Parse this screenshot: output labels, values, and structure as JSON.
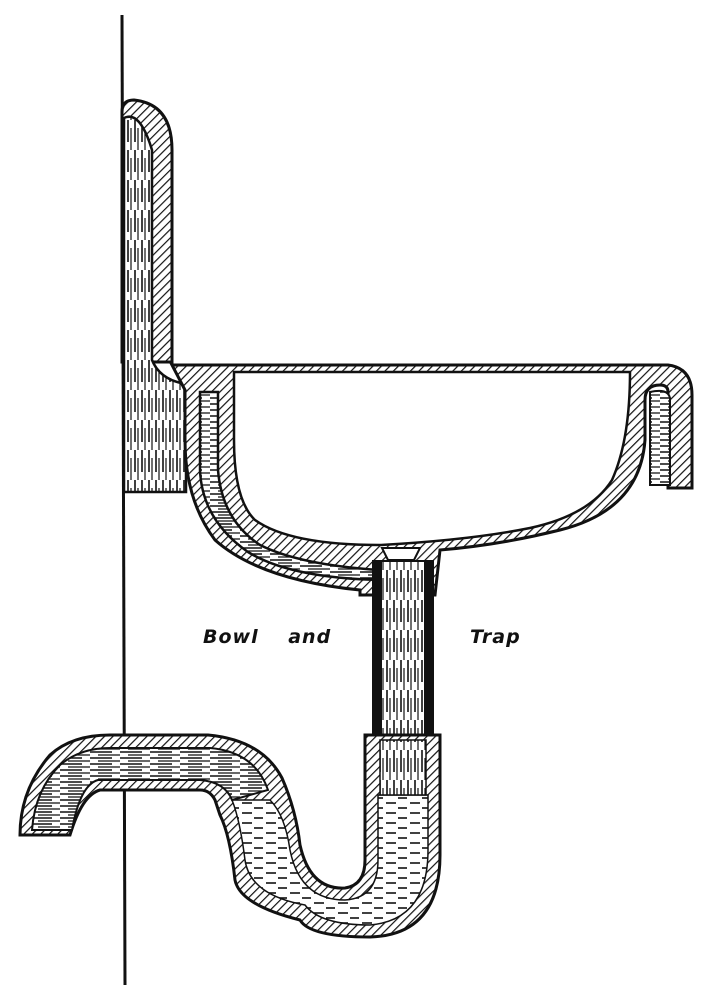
{
  "figure": {
    "title_left": "Bowl and",
    "title_right": "Trap",
    "colors": {
      "ink": "#111111",
      "paper": "#ffffff"
    },
    "parts": [
      "wall-line",
      "bowl",
      "overflow-channel",
      "standpipe",
      "s-trap",
      "trap-water-seal",
      "outlet-pipe"
    ]
  }
}
